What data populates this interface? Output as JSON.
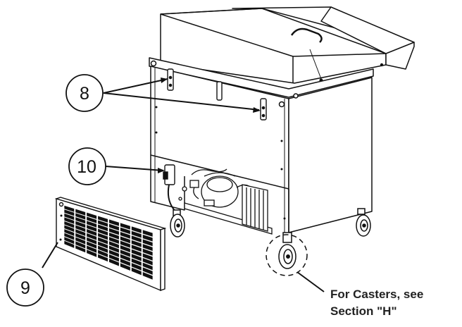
{
  "callouts": {
    "c8": "8",
    "c9": "9",
    "c10": "10"
  },
  "note": {
    "line1": "For Casters, see",
    "line2": "Section \"H\""
  },
  "colors": {
    "line": "#111111",
    "text": "#222222",
    "background": "#ffffff"
  }
}
